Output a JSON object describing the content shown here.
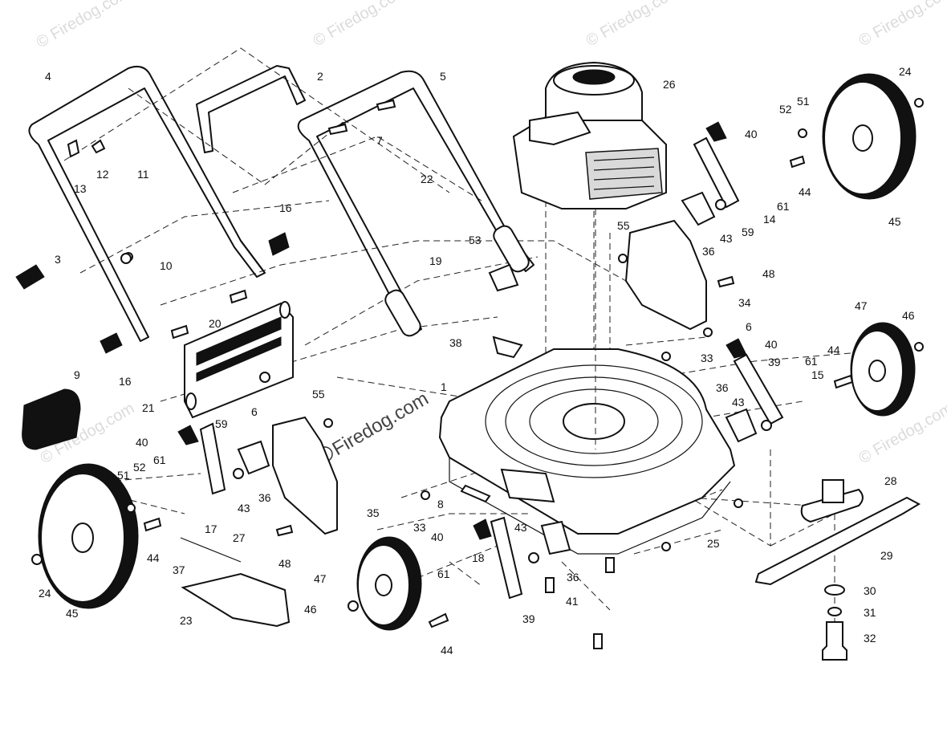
{
  "watermark": {
    "text": "© Firedog.com",
    "center_text": "Firedog.com"
  },
  "callouts": [
    {
      "text": "1"
    },
    {
      "text": "2"
    },
    {
      "text": "3"
    },
    {
      "text": "4"
    },
    {
      "text": "5"
    },
    {
      "text": "6"
    },
    {
      "text": "6"
    },
    {
      "text": "7"
    },
    {
      "text": "8"
    },
    {
      "text": "9"
    },
    {
      "text": "10"
    },
    {
      "text": "11"
    },
    {
      "text": "12"
    },
    {
      "text": "13"
    },
    {
      "text": "14"
    },
    {
      "text": "15"
    },
    {
      "text": "16"
    },
    {
      "text": "16"
    },
    {
      "text": "17"
    },
    {
      "text": "18"
    },
    {
      "text": "19"
    },
    {
      "text": "20"
    },
    {
      "text": "21"
    },
    {
      "text": "22"
    },
    {
      "text": "23"
    },
    {
      "text": "24"
    },
    {
      "text": "24"
    },
    {
      "text": "25"
    },
    {
      "text": "26"
    },
    {
      "text": "27"
    },
    {
      "text": "28"
    },
    {
      "text": "29"
    },
    {
      "text": "30"
    },
    {
      "text": "31"
    },
    {
      "text": "32"
    },
    {
      "text": "33"
    },
    {
      "text": "33"
    },
    {
      "text": "34"
    },
    {
      "text": "35"
    },
    {
      "text": "36"
    },
    {
      "text": "36"
    },
    {
      "text": "36"
    },
    {
      "text": "36"
    },
    {
      "text": "37"
    },
    {
      "text": "38"
    },
    {
      "text": "39"
    },
    {
      "text": "39"
    },
    {
      "text": "40"
    },
    {
      "text": "40"
    },
    {
      "text": "40"
    },
    {
      "text": "40"
    },
    {
      "text": "41"
    },
    {
      "text": "43"
    },
    {
      "text": "43"
    },
    {
      "text": "43"
    },
    {
      "text": "43"
    },
    {
      "text": "44"
    },
    {
      "text": "44"
    },
    {
      "text": "44"
    },
    {
      "text": "44"
    },
    {
      "text": "45"
    },
    {
      "text": "45"
    },
    {
      "text": "46"
    },
    {
      "text": "46"
    },
    {
      "text": "47"
    },
    {
      "text": "47"
    },
    {
      "text": "48"
    },
    {
      "text": "48"
    },
    {
      "text": "51"
    },
    {
      "text": "51"
    },
    {
      "text": "52"
    },
    {
      "text": "52"
    },
    {
      "text": "53"
    },
    {
      "text": "55"
    },
    {
      "text": "55"
    },
    {
      "text": "59"
    },
    {
      "text": "59"
    },
    {
      "text": "61"
    },
    {
      "text": "61"
    },
    {
      "text": "61"
    },
    {
      "text": "61"
    }
  ]
}
